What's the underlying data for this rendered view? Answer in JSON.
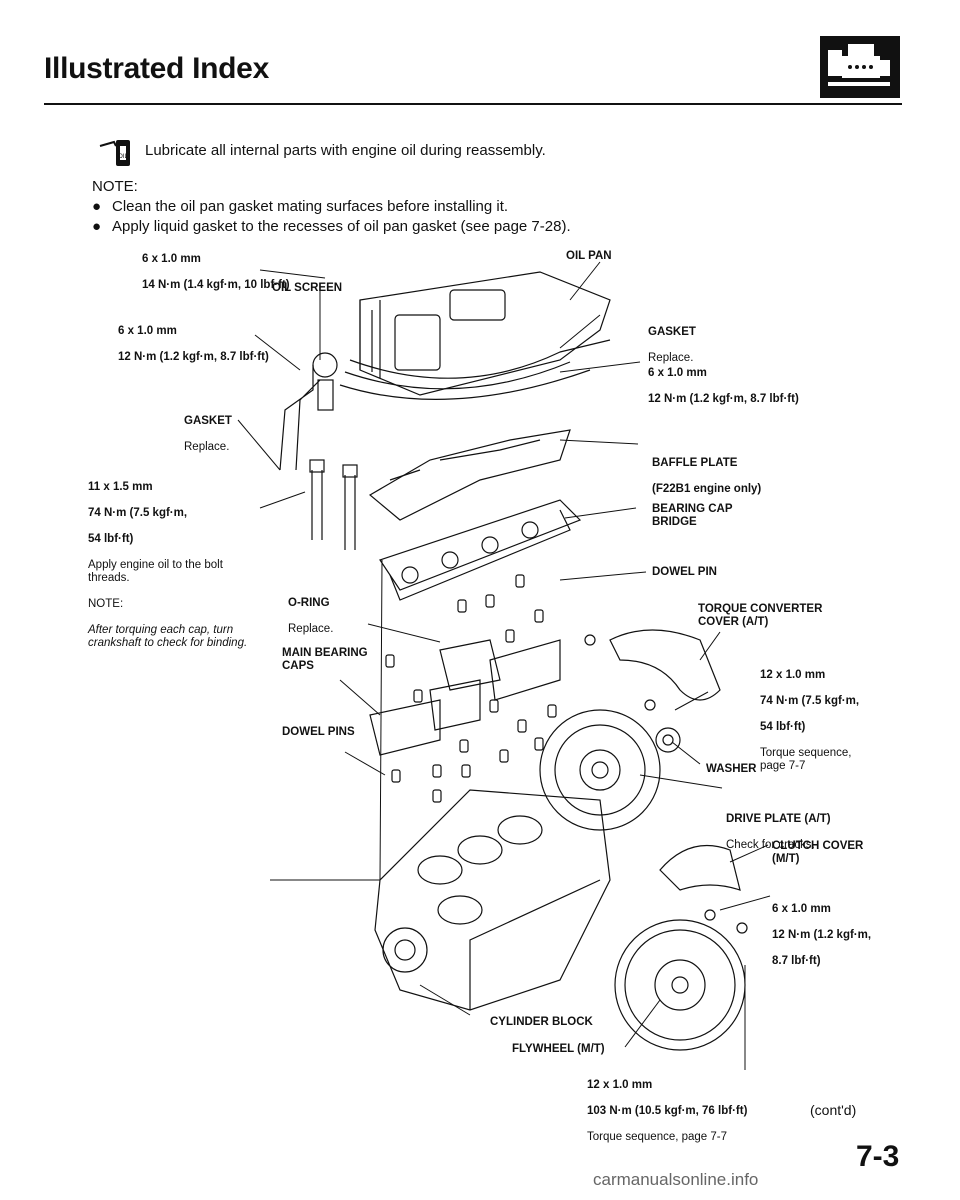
{
  "header": {
    "title": "Illustrated Index",
    "icon": "engine-block-icon"
  },
  "lubricate_note": {
    "icon": "oil-can-icon",
    "text": "Lubricate all internal parts with engine oil during reassembly."
  },
  "notes": {
    "label": "NOTE:",
    "items": [
      "Clean the oil pan gasket mating surfaces before installing it.",
      "Apply liquid gasket to the recesses of oil pan gasket (see page 7-28)."
    ]
  },
  "labels": {
    "bolt_oil_pan": {
      "size": "6 x 1.0 mm",
      "torque": "14 N·m (1.4 kgf·m, 10 lbf·ft)"
    },
    "oil_pan": "OIL PAN",
    "oil_screen": "OIL SCREEN",
    "bolt_oil_screen": {
      "size": "6 x 1.0 mm",
      "torque": "12 N·m (1.2 kgf·m, 8.7 lbf·ft)"
    },
    "gasket_pan": {
      "name": "GASKET",
      "note": "Replace."
    },
    "bolt_baffle": {
      "size": "6 x 1.0 mm",
      "torque": "12 N·m (1.2 kgf·m, 8.7 lbf·ft)"
    },
    "gasket_screen": {
      "name": "GASKET",
      "note": "Replace."
    },
    "baffle_plate": {
      "name": "BAFFLE PLATE",
      "note": "(F22B1 engine only)"
    },
    "bolt_main": {
      "size": "11 x 1.5 mm",
      "torque1": "74 N·m (7.5 kgf·m,",
      "torque2": "54 lbf·ft)",
      "apply": "Apply engine oil to the bolt threads.",
      "note_label": "NOTE:",
      "note": "After torquing each cap, turn crankshaft to check for binding."
    },
    "bearing_cap_bridge": "BEARING CAP\nBRIDGE",
    "dowel_pin": "DOWEL PIN",
    "o_ring": {
      "name": "O-RING",
      "note": "Replace."
    },
    "torque_converter_cover": "TORQUE CONVERTER\nCOVER (A/T)",
    "main_bearing_caps": "MAIN BEARING\nCAPS",
    "bolt_drive_plate": {
      "size": "12 x 1.0 mm",
      "torque1": "74 N·m (7.5 kgf·m,",
      "torque2": "54 lbf·ft)",
      "note": "Torque sequence,\npage 7-7"
    },
    "dowel_pins": "DOWEL PINS",
    "washer": "WASHER",
    "drive_plate": {
      "name": "DRIVE PLATE (A/T)",
      "note": "Check for cracks."
    },
    "clutch_cover": "CLUTCH COVER\n(M/T)",
    "bolt_clutch": {
      "size": "6 x 1.0 mm",
      "torque1": "12 N·m (1.2 kgf·m,",
      "torque2": "8.7 lbf·ft)"
    },
    "cylinder_block": "CYLINDER BLOCK",
    "flywheel": "FLYWHEEL (M/T)",
    "bolt_flywheel": {
      "size": "12 x 1.0 mm",
      "torque": "103 N·m (10.5 kgf·m, 76 lbf·ft)",
      "note": "Torque sequence, page 7-7"
    }
  },
  "footer": {
    "contd": "(cont'd)",
    "page_number": "7-3",
    "watermark": "carmanualsonline.info"
  }
}
